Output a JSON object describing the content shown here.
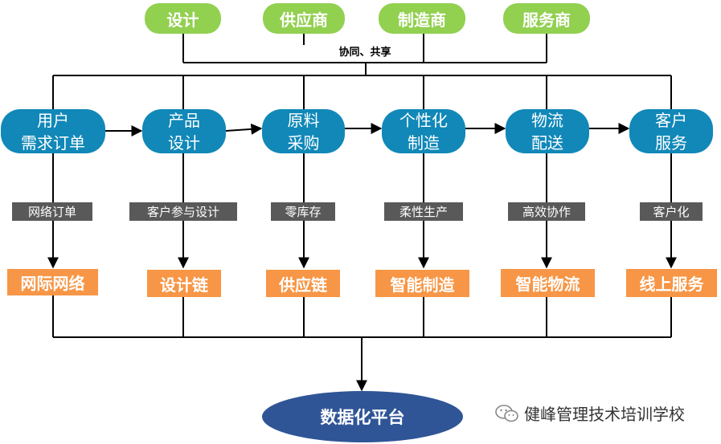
{
  "top_partners": [
    "设计",
    "供应商",
    "制造商",
    "服务商"
  ],
  "collab_label": "协同、共享",
  "process_steps": [
    {
      "line1": "用户",
      "line2": "需求订单"
    },
    {
      "line1": "产品",
      "line2": "设计"
    },
    {
      "line1": "原料",
      "line2": "采购"
    },
    {
      "line1": "个性化",
      "line2": "制造"
    },
    {
      "line1": "物流",
      "line2": "配送"
    },
    {
      "line1": "客户",
      "line2": "服务"
    }
  ],
  "features": [
    "网络订单",
    "客户参与设计",
    "零库存",
    "柔性生产",
    "高效协作",
    "客户化"
  ],
  "outcomes": [
    "网际网络",
    "设计链",
    "供应链",
    "智能制造",
    "智能物流",
    "线上服务"
  ],
  "platform": "数据化平台",
  "watermark": "健峰管理技术培训学校",
  "colors": {
    "green": "#92d050",
    "blue": "#1188b8",
    "gray": "#595959",
    "orange": "#f79646",
    "navy": "#2f5597"
  }
}
